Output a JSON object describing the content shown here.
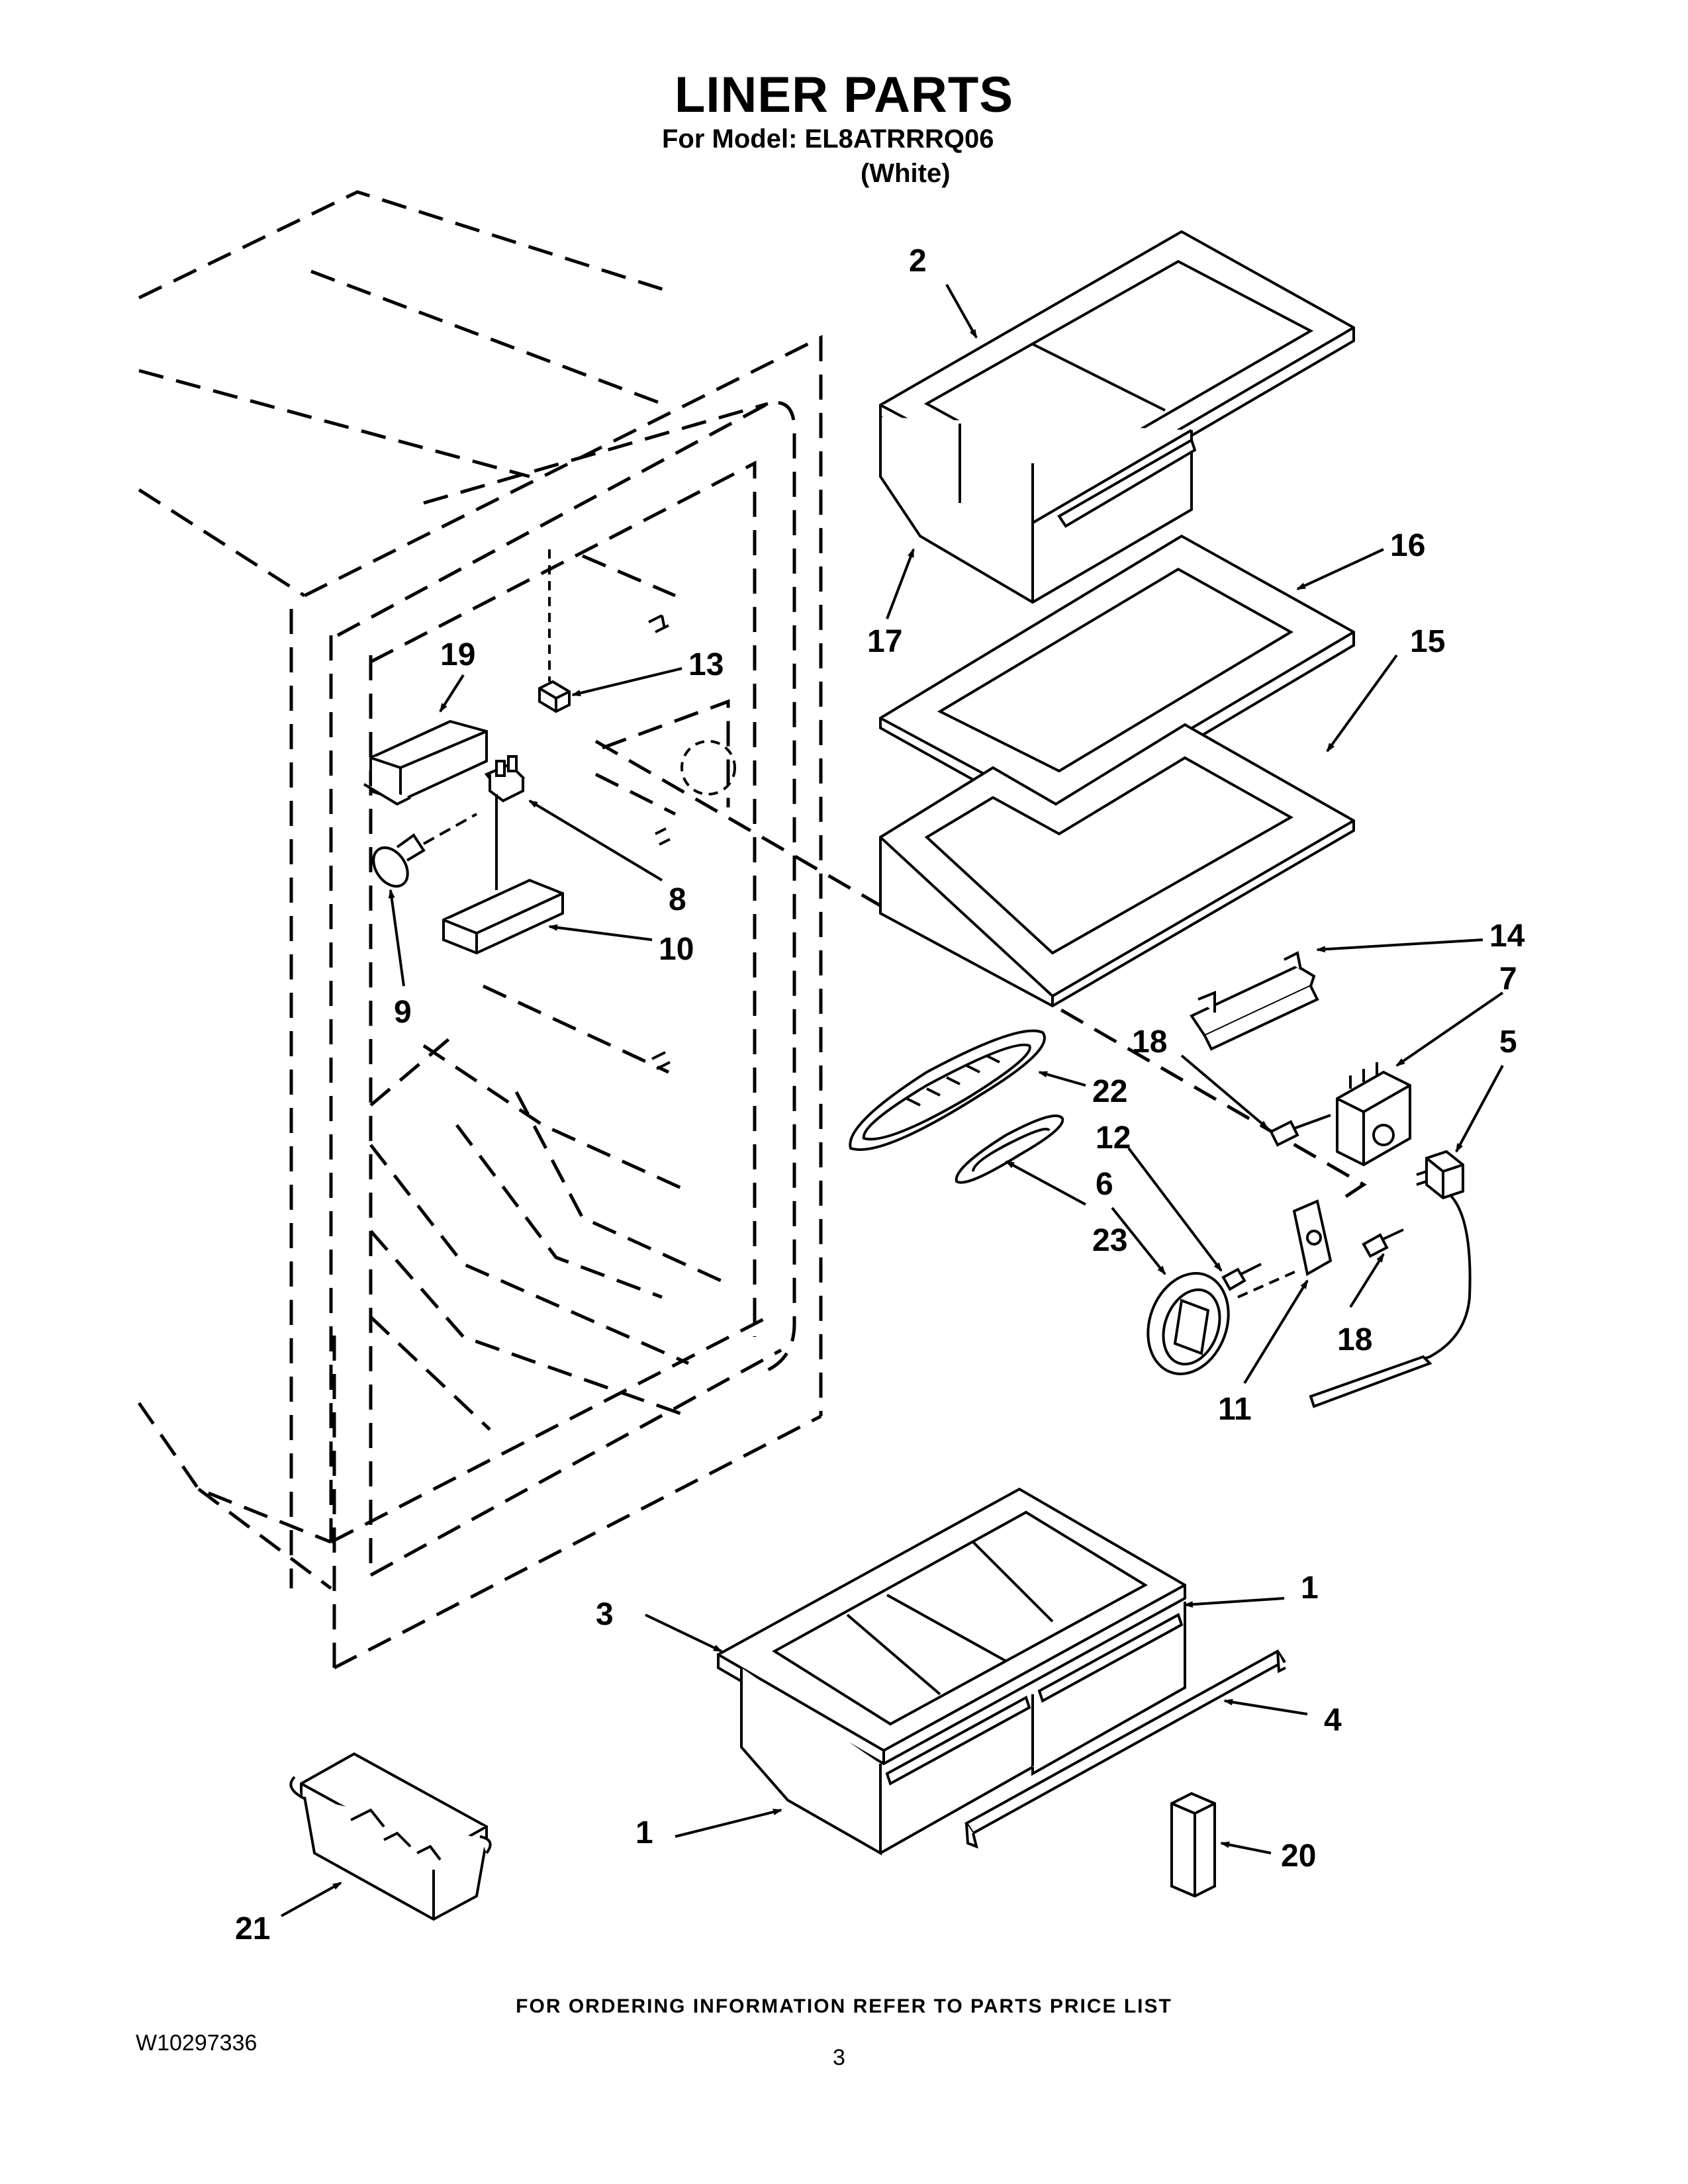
{
  "header": {
    "title": "LINER PARTS",
    "model_line": "For Model: EL8ATRRRQ06",
    "color_line": "(White)"
  },
  "callouts": [
    "1",
    "1",
    "2",
    "3",
    "4",
    "5",
    "6",
    "7",
    "8",
    "9",
    "10",
    "11",
    "12",
    "13",
    "14",
    "15",
    "16",
    "17",
    "18",
    "18",
    "19",
    "20",
    "21",
    "22",
    "23"
  ],
  "footer": {
    "ordering_note": "FOR ORDERING INFORMATION REFER TO PARTS PRICE LIST",
    "document_number": "W10297336",
    "page_number": "3"
  }
}
